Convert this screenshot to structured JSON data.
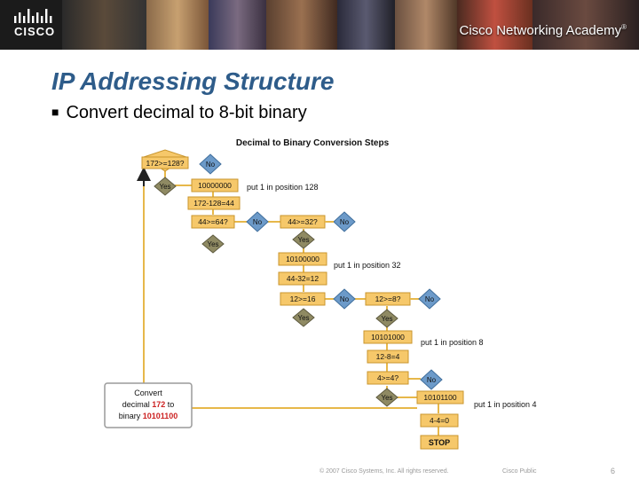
{
  "header": {
    "brand": "CISCO",
    "academy": "Cisco Networking Academy",
    "trademark": "®"
  },
  "slide": {
    "title": "IP Addressing Structure",
    "bullet": "Convert decimal to 8-bit binary"
  },
  "diagram": {
    "title": "Decimal to Binary Conversion Steps",
    "decisions": [
      {
        "q": "172>=128?",
        "no": "No",
        "yes": "Yes"
      },
      {
        "q": "44>=64?",
        "no": "No",
        "yes": "Yes"
      },
      {
        "q": "44>=32?",
        "no": "No",
        "yes": "Yes"
      },
      {
        "q": "12>=16",
        "no": "No",
        "yes": "Yes"
      },
      {
        "q": "12>=8?",
        "no": "No",
        "yes": "Yes"
      },
      {
        "q": "4>=4?",
        "no": "No",
        "yes": "Yes"
      }
    ],
    "steps": [
      "10000000",
      "172-128=44",
      "10100000",
      "44-32=12",
      "10101000",
      "12-8=4",
      "10101100",
      "4-4=0",
      "STOP"
    ],
    "notes": [
      "put 1 in position 128",
      "put 1 in position 32",
      "put 1 in position 8",
      "put 1 in position 4"
    ],
    "summary": {
      "line1": "Convert",
      "line2a": "decimal",
      "value": "172",
      "line2b": "to",
      "line3a": "binary",
      "result": "10101100"
    }
  },
  "footer": {
    "copyright": "© 2007 Cisco Systems, Inc. All rights reserved.",
    "confidential": "Cisco Public",
    "page": "6"
  },
  "colors": {
    "title": "#2e5c8a",
    "box_fill": "#f6c86a",
    "box_stroke": "#c9962e",
    "yes_fill": "#8f8a63",
    "no_fill": "#6c9ac9",
    "connector": "#e7b84a",
    "red_value": "#cc2222"
  }
}
